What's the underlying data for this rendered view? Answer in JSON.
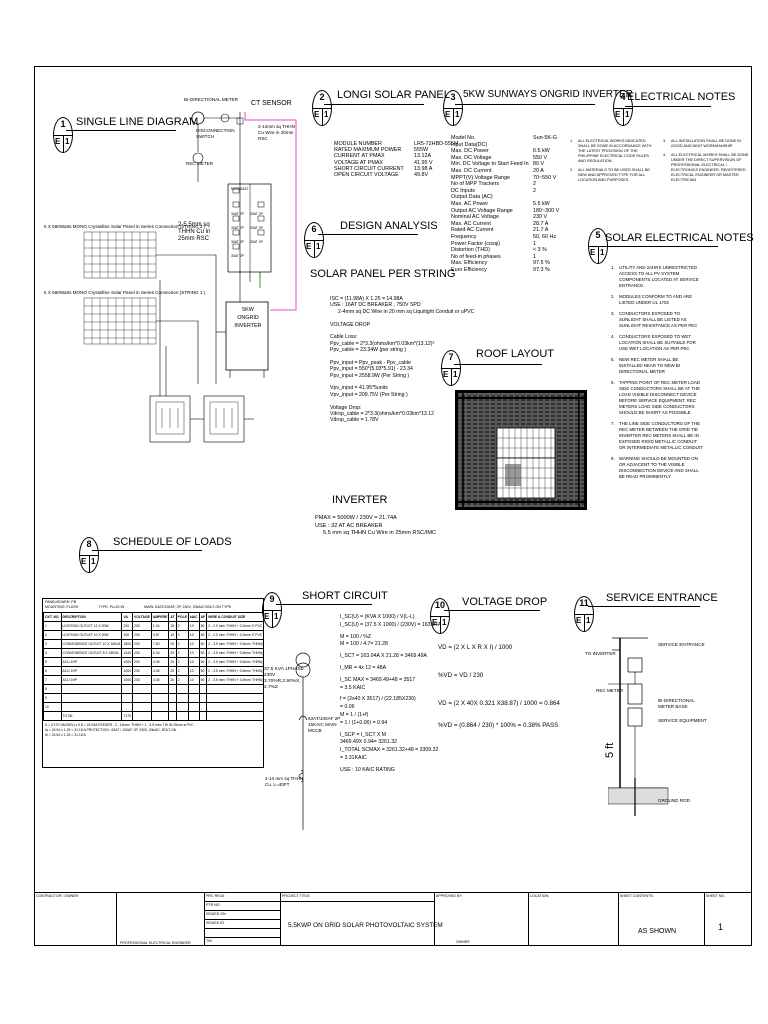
{
  "sections": {
    "single_line": {
      "num": "1",
      "e": "E",
      "sheet": "1",
      "title": "SINGLE LINE DIAGRAM"
    },
    "panel": {
      "num": "2",
      "e": "E",
      "sheet": "1",
      "title": "LONGI SOLAR PANEL"
    },
    "inverter_spec": {
      "num": "3",
      "e": "E",
      "sheet": "1",
      "title": "5KW SUNWAYS ONGRID INVERTER"
    },
    "electrical_notes": {
      "num": "4",
      "e": "E",
      "sheet": "1",
      "title": "ELECTRICAL NOTES"
    },
    "solar_notes": {
      "num": "5",
      "e": "E",
      "sheet": "1",
      "title": "SOLAR ELECTRICAL NOTES"
    },
    "design": {
      "num": "6",
      "e": "E",
      "sheet": "1",
      "title": "DESIGN ANALYSIS"
    },
    "roof": {
      "num": "7",
      "e": "E",
      "sheet": "1",
      "title": "ROOF LAYOUT"
    },
    "loads": {
      "num": "8",
      "e": "E",
      "sheet": "1",
      "title": "SCHEDULE OF LOADS"
    },
    "short": {
      "num": "9",
      "e": "E",
      "sheet": "1",
      "title": "SHORT CIRCUIT"
    },
    "vdrop": {
      "num": "10",
      "e": "E",
      "sheet": "1",
      "title": "VOLTAGE DROP"
    },
    "service": {
      "num": "11",
      "e": "E",
      "sheet": "1",
      "title": "SERVICE ENTRANCE"
    }
  },
  "diagram": {
    "bidir_meter": "BI-DIRECTIONAL METER",
    "ct_sensor": "CT SENSOR",
    "disconnect": "DISCONNECTION SWITCH",
    "rec_meter": "REC METER",
    "ct_wire": "2-14mm sq THHN Cu Wire in 20mm RSC",
    "wire_note": "2-5.5mm sq THHN Cu in 25mm RSC",
    "string2": "5 X 560Watts MONO Crystalline Solar Panel in Series Connection (STRING 2 )",
    "string1": "5 X 560Watts MONO Crystalline Solar Panel in Series Connection (STRING 1 )",
    "inverter_box": [
      "5KW",
      "ONGRID",
      "INVERTER"
    ],
    "breakers": [
      "MAIN 63AT",
      "30AT 2P",
      "30AT 2P",
      "30AT 2P",
      "30AT 2P",
      "30AT 2P",
      "30AT 2P",
      "30AT 2P"
    ]
  },
  "panel_spec": [
    [
      "MODULE NUMBER",
      "LR5-72HBD-555M"
    ],
    [
      "RATED MAXIMUM POWER",
      "555W"
    ],
    [
      "CURRENT AT PMAX",
      "13.12A"
    ],
    [
      "VOLTAGE AT PMAX",
      "41.95 V"
    ],
    [
      "SHORT CIRCUIT CURRENT",
      "13.98 A"
    ],
    [
      "OPEN CIRCUIT VOLTAGE",
      "49.8V"
    ]
  ],
  "inverter_spec": [
    [
      "Model No.",
      "Sun-5K-G"
    ],
    [
      "Input Data(DC)",
      ""
    ],
    [
      "Max. DC Power",
      "6.5 kW"
    ],
    [
      "Max. DC Voltage",
      "550 V"
    ],
    [
      "Min. DC Voltage to Start Feed In",
      "80 V"
    ],
    [
      "Max. DC Current",
      "20 A"
    ],
    [
      "MPPT(V) Voltage Range",
      "70~550 V"
    ],
    [
      "No of MPP Trackers",
      "2"
    ],
    [
      "DC Inputs",
      "2"
    ],
    [
      "Output Data (AC)",
      ""
    ],
    [
      "     Max. AC Power",
      "5.5 kW"
    ],
    [
      "Output AC Voltage Range",
      "180~300 V"
    ],
    [
      "Nominal AC Voltage",
      "230 V"
    ],
    [
      "Max. AC Current",
      "28.7 A"
    ],
    [
      "Rated AC Current",
      "21.7 A"
    ],
    [
      "Frequency",
      "50, 60 Hz"
    ],
    [
      "Power Factor (cosφ)",
      "1"
    ],
    [
      "Distortion (THD)",
      "< 3 %"
    ],
    [
      "No of feed-in phases",
      "1"
    ],
    [
      "Max. Efficiency",
      "97.5 %"
    ],
    [
      "Euro Efficiency",
      "97.3 %"
    ]
  ],
  "electrical_notes": [
    {
      "n": "1.",
      "text": "ALL ELECTRICAL WORKS INDICATED SHALL BE DONE IN ACCORDANCE WITH THE LATEST PROVISION OF THE PHILIPPINE ELECTRICAL CODE RULES AND REGULATION."
    },
    {
      "n": "2.",
      "text": "ALL MATERIALS TO BE USED SHALL BE NEW AND APPROVED TYPE FOR ALL LOCATION AND PURPOSES."
    },
    {
      "n": "3.",
      "text": "ALL INSTALLATION SHALL BE DONE IN GOOD AND NEAT WORKMANSHIP."
    },
    {
      "n": "4.",
      "text": "ALL ELECTRICAL WORKS SHALL BE DONE UNDER THE DIRECT SUPERVISION OF PROFESSIONAL ELECTRICAL / ELECTRONICS ENGINEER, REGISTERED ELECTRICAL ENGINEER OR MASTER ELECTRICIAN"
    }
  ],
  "solar_notes": [
    {
      "n": "1.",
      "text": "UTILITY AND 2AHRS UNRESTRICTED ACCESS TO ALL PV SYSTEM COMPONENTS LOCATED AT SERVICE ENTRANCE."
    },
    {
      "n": "2.",
      "text": "MODULES CONFORM TO AND ARE LISTED UNDER UL 1703"
    },
    {
      "n": "3.",
      "text": "CONDUCTORS EXPOSED TO SUNLIGHT SHALL BE LISTED AS SUNLIGHT RESISTANCE AS PER PEC"
    },
    {
      "n": "4.",
      "text": "CONDUCTORS EXPOSED TO WET LOCATION SHALL BE SUITABLE FOR USE WET LOCATION AS PER PEC"
    },
    {
      "n": "5.",
      "text": "NEW REC METER SHALL BE INSTALLED NEAR TO NEW BI DIRECTIONAL METER"
    },
    {
      "n": "6.",
      "text": "TAPPING POINT OF REC METER LOAD SIDE CONDUCTORS SHALL BE AT THE LOAD VISIBLE DISCONNECT DEVICE BEFORE SERVICE EQUIPMENT. REC METERS LOAD SIDE CONDUCTORS SHOULD BE SHORT AS POSSIBLE"
    },
    {
      "n": "7.",
      "text": "THE LINE SIDE CONDUCTORS OF THE REC METER BETWEEN THE GRID TIE INVERTER REC METERS SHALL BE IN EXPOSED RIGID METALLIC CONDUIT OR INTERMEDIATE METALLIC CONDUIT"
    },
    {
      "n": "8.",
      "text": "WARNING SHOULD BE MOUNTED ON OR ADJACENT TO THE VISIBLE DISCONNECTION DEVICE AND SHALL BE READ PROMINENTLY"
    }
  ],
  "design": {
    "per_string_title": "SOLAR PANEL PER STRING",
    "lines": [
      "ISC = (11.98A) X 1.25 = 14.98A",
      "USE : 16AT DC BREAKER , 750V SPD",
      "2-4mm sq DC Wire in 20 mm sq Liquitight Conduit or uPVC",
      "",
      "VOLTAGE DROP",
      "",
      "Cable Loss:",
      "Ppv_cable = 2*3.3(ohms/km*0.03km*(13.12)²",
      "Ppv_cable = 23.34W (per string )",
      "",
      "Ppv_input = Ppv_peak - Ppv_cable",
      "Ppv_input = 550*(5.03*5.91) - 23.34",
      "Ppv_input = 2558.9W (Per String )",
      "",
      "Vpv_input = 41.95*5units",
      "Vpv_input = 209.75V (Per String )",
      "",
      "Voltage Drop:",
      "Vdrop_cable = 2*3.3(ohms/km*0.03km*13.12",
      "Vdrop_cable = 1.78V"
    ],
    "inverter_title": "INVERTER",
    "inverter_lines": [
      "PMAX = 5000W / 230V = 21.74A",
      "USE : 32 AT AC BREAKER",
      "5.5 mm sq THHN Cu Wire in 25mm RSC/IMC"
    ]
  },
  "loads": {
    "header": [
      "PANELBOARD: PB",
      "MOUNTING: FLUSH",
      "TYPE: PLUG IN",
      "MAIN: 63AT/100AF, 2P, 230V, 20kAIC BOLT-ON TYPE"
    ],
    "cols": [
      "CKT. NO.",
      "DESCRIPTION",
      "VA",
      "VOLTAGE",
      "AMPERE",
      "AT",
      "POLE",
      "kAIC",
      "AF",
      "WIRE & CONDUIT SIZE"
    ],
    "rows": [
      [
        "1",
        "LIGHTING OUTLET 12 X 20W",
        "240",
        "230",
        "1.04",
        "15",
        "2",
        "10",
        "50",
        "2 - 2.0 mm² THHN + 2.0mm² E PVC"
      ],
      [
        "2",
        "LIGHTING OUTLET 10 X 20W",
        "200",
        "230",
        "0.87",
        "15",
        "2",
        "10",
        "50",
        "2 - 2.0 mm² THHN + 2.0mm² E PVC"
      ],
      [
        "3",
        "CONVENIENCE OUTLET 10 X 180VA",
        "1800",
        "230",
        "7.83",
        "20",
        "2",
        "10",
        "50",
        "2 - 3.5 mm² THHN + 3.5mm² THHN(E) IN 20mm ø PVC"
      ],
      [
        "4",
        "CONVENIENCE OUTLET 8 X 180VA",
        "1440",
        "230",
        "6.26",
        "20",
        "2",
        "10",
        "50",
        "2 - 3.5 mm² THHN + 3.5mm² THHN(E) IN 20mm ø PVC"
      ],
      [
        "5",
        "ACU 1HP",
        "1000",
        "230",
        "4.35",
        "20",
        "2",
        "10",
        "50",
        "2 - 3.5 mm² THHN + 3.5mm² THHN(E) IN 20mm ø PVC"
      ],
      [
        "6",
        "ACU 1HP",
        "1000",
        "230",
        "4.35",
        "20",
        "2",
        "10",
        "50",
        "2 - 3.5 mm² THHN + 3.5mm² THHN(E) IN 20mm ø PVC"
      ],
      [
        "7",
        "ACU 1HP",
        "1000",
        "230",
        "4.35",
        "20",
        "2",
        "10",
        "50",
        "2 - 3.5 mm² THHN + 3.5mm² THHN(E) IN 20mm ø PVC"
      ],
      [
        "8",
        "",
        "",
        "",
        "",
        "",
        "",
        "",
        "",
        ""
      ],
      [
        "9",
        "",
        "",
        "",
        "",
        "",
        "",
        "",
        "",
        ""
      ],
      [
        "10",
        "",
        "",
        "",
        "",
        "",
        "",
        "",
        "",
        ""
      ],
      [
        "",
        "TOTAL",
        "7170",
        "",
        "",
        "",
        "",
        "",
        "",
        ""
      ]
    ],
    "footer": [
      "It = (7170 VA/230V) x 0.8 = 24.94A      FEEDER : 2 - 14mm² THHN + 1 - 5.5 mm² TW IN 25mm ø PVC",
      "Ia = 24.94 x 1.25 = 31.18 A               PROTECTION : 63AT / 100AF, 2P, 230V, 20kAIC, BOLT-ON",
      "Ib = 24.94 x 1.25 = 31.18 A"
    ]
  },
  "short": {
    "lines": [
      "I_SC(U) = (KVA X 1000) / V(L-L)",
      "I_SC(U) = (37.5 X 1000) / (230V) = 163.04A",
      "",
      "M = 100 / %Z",
      "M = 100 / 4.7= 21.28",
      "",
      "I_SCT = 163.04A X 21.28 = 3469.49A",
      "",
      "I_MR = 4x 12 = 48A",
      "",
      "I_SC MAX = 3469.49+48 = 3517",
      "         = 3.5 KAIC",
      "",
      "f = (2x40 X 3517) / (22.185X230)",
      "  = 0.06",
      "M = 1 / (1+f)",
      "  = 1 / (1+0.06) = 0.94",
      "",
      "I_SCP = I_SCT X M",
      "  3469.49X 0.94= 3261.32",
      "I_TOTAL SCMAX = 3261.32+48 = 3309.32",
      "  = 3.31KAIC",
      "",
      "USE : 10 KAIC RATING"
    ],
    "tx": [
      "37.5 KVA 1PHASE",
      "230V",
      "3.70%R,2.90%X,",
      "4.7%Z"
    ],
    "breaker": [
      "63AT/100AF 2P",
      "15KAIC MAIN",
      "MCCB"
    ],
    "wire": [
      "2-14 mm sq THHN",
      "Cu. L=40FT"
    ]
  },
  "vdrop": {
    "lines": [
      "VD = (2 X L X R X I) / 1000",
      "%VD = VD / 230",
      "VD = (2 X 40X 0.321 X38.87) / 1000  = 0.864",
      "%VD = (0.864 / 230) * 100% = 0.38%  PASS"
    ]
  },
  "service": {
    "to_inverter": "TO INVERTER",
    "service_entrance": "SERVICE ENTRANCE",
    "rec_meter": "REC METER",
    "bidir": "BI-DIRECTIONAL METER BASE",
    "service_equipment": "SERVICE EQUIPMENT",
    "height": "5 ft",
    "ground_rod": "GROUND ROD"
  },
  "title_block": {
    "contractor": "CONTRACTOR / OWNER:",
    "prc_reg": "PRC REG#",
    "ptr": "PTR NO.",
    "issued_on": "ISSUED ON",
    "issued_at": "ISSUED AT",
    "tin": "TIN",
    "engineer": "PROFESSIONAL ELECTRICAL ENGINEER",
    "project_title_label": "PROJECT TITLE:",
    "project_title": "5.5KWP ON GRID SOLAR PHOTOVOLTAIC SYSTEM",
    "approved_by": "APPROVED BY:",
    "owner": "OWNER",
    "location": "LOCATION:",
    "sheet_contents": "SHEET CONTENTS:",
    "scale": "AS  SHOWN",
    "sheet_no": "SHEET NO.",
    "sheet_mark": "1"
  }
}
